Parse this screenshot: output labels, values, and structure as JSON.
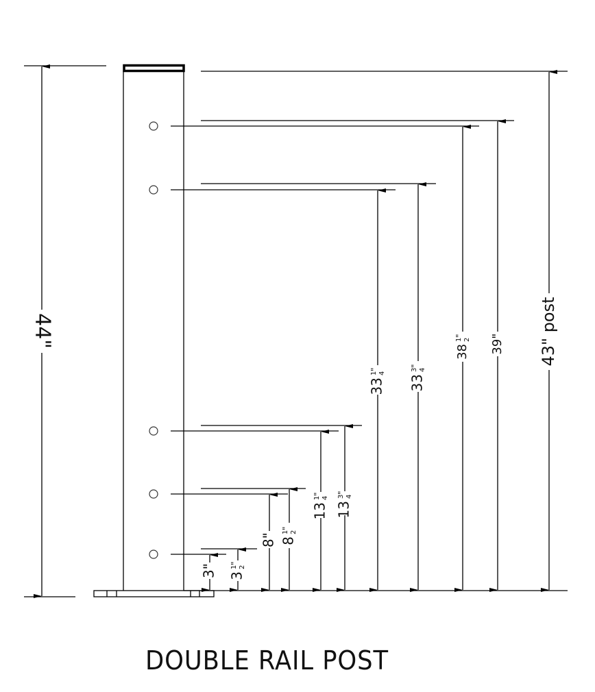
{
  "title": "DOUBLE RAIL POST",
  "colors": {
    "line": "#000000",
    "background": "#ffffff"
  },
  "dimensions": {
    "overall": {
      "label": "44\"",
      "value_in": 44
    },
    "post": {
      "label": "43\" post",
      "value_in": 43
    },
    "rails": [
      {
        "id": "d3",
        "label_whole": "3",
        "label_frac": "",
        "value_in": 3
      },
      {
        "id": "d3h",
        "label_whole": "3",
        "label_frac": "1/2",
        "value_in": 3.5
      },
      {
        "id": "d8",
        "label_whole": "8",
        "label_frac": "",
        "value_in": 8
      },
      {
        "id": "d8h",
        "label_whole": "8",
        "label_frac": "1/2",
        "value_in": 8.5
      },
      {
        "id": "d13q",
        "label_whole": "13",
        "label_frac": "1/4",
        "value_in": 13.25
      },
      {
        "id": "d13tq",
        "label_whole": "13",
        "label_frac": "3/4",
        "value_in": 13.75
      },
      {
        "id": "d33q",
        "label_whole": "33",
        "label_frac": "1/4",
        "value_in": 33.25
      },
      {
        "id": "d33tq",
        "label_whole": "33",
        "label_frac": "3/4",
        "value_in": 33.75
      },
      {
        "id": "d38h",
        "label_whole": "38",
        "label_frac": "1/2",
        "value_in": 38.5
      },
      {
        "id": "d39",
        "label_whole": "39",
        "label_frac": "",
        "value_in": 39
      }
    ]
  },
  "labels": {
    "overall": "44\"",
    "post": "43\" post",
    "d3": "3\"",
    "d3h_whole": "3",
    "d3h_num": "1",
    "d3h_den": "2",
    "d8": "8\"",
    "d8h_whole": "8",
    "d8h_num": "1",
    "d8h_den": "2",
    "d13q_whole": "13",
    "d13q_num": "1",
    "d13q_den": "4",
    "d13tq_whole": "13",
    "d13tq_num": "3",
    "d13tq_den": "4",
    "d33q_whole": "33",
    "d33q_num": "1",
    "d33q_den": "4",
    "d33tq_whole": "33",
    "d33tq_num": "3",
    "d33tq_den": "4",
    "d38h_whole": "38",
    "d38h_num": "1",
    "d38h_den": "2",
    "d39": "39\"",
    "inch": "\""
  },
  "holes": [
    {
      "height_label": "38-1/2\""
    },
    {
      "height_label": "33-1/4\""
    },
    {
      "height_label": "13-1/4\""
    },
    {
      "height_label": "8\""
    },
    {
      "height_label": "3\""
    }
  ]
}
